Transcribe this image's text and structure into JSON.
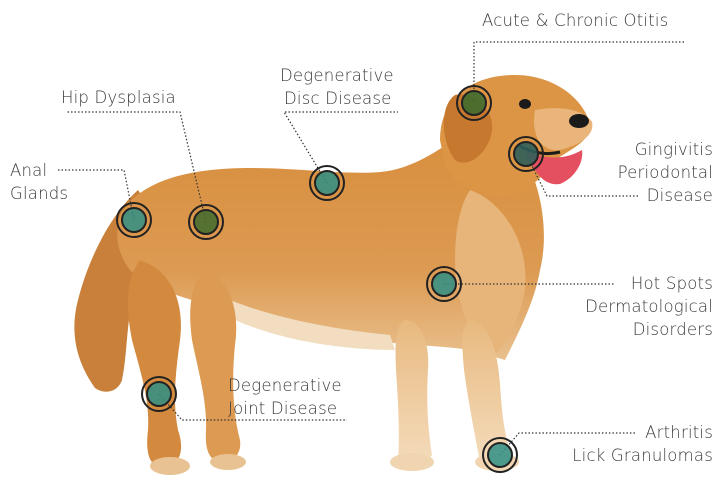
{
  "colors": {
    "marker_fill": "#2f8f86",
    "marker_ring": "#222222",
    "leader_line": "#333333",
    "dog_body": "#d58b3f"
  },
  "labels": {
    "otitis": {
      "lines": [
        "Acute & Chronic Otitis"
      ]
    },
    "disc": {
      "lines": [
        "Degenerative",
        "Disc Disease"
      ]
    },
    "hip": {
      "lines": [
        "Hip Dysplasia"
      ]
    },
    "anal": {
      "lines": [
        "Anal",
        "Glands"
      ]
    },
    "gingivitis": {
      "lines": [
        "Gingivitis",
        "Periodontal",
        "Disease"
      ]
    },
    "hotspots": {
      "lines": [
        "Hot Spots",
        "Dermatological",
        "Disorders"
      ]
    },
    "joint": {
      "lines": [
        "Degenerative",
        "Joint Disease"
      ]
    },
    "arthritis": {
      "lines": [
        "Arthritis",
        "Lick Granulomas"
      ]
    }
  }
}
